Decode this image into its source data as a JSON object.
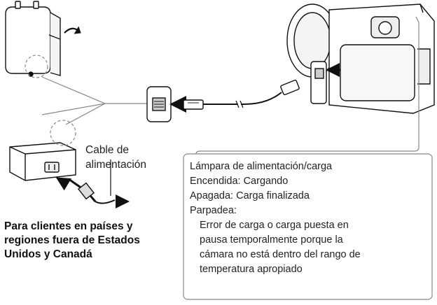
{
  "figure": {
    "cable_label": [
      "Cable de",
      "alimentación"
    ],
    "region_note": [
      "Para clientes en países y",
      "regiones fuera de Estados",
      "Unidos y Canadá"
    ],
    "lamp_box": {
      "title": "Lámpara de alimentación/carga",
      "on": "Encendida: Cargando",
      "off": "Apagada: Carga finalizada",
      "blink": "Parpadea:",
      "blink_detail": [
        "Error de carga o carga puesta en",
        "pausa temporalmente porque la",
        "cámara no está dentro del rango de",
        "temperatura apropiado"
      ]
    },
    "icons": [
      "ac-adapter-wall-plug",
      "rotate-arrow-icon",
      "ac-adapter-with-cord",
      "usb-connector",
      "camera",
      "insert-arrow-icon"
    ]
  }
}
